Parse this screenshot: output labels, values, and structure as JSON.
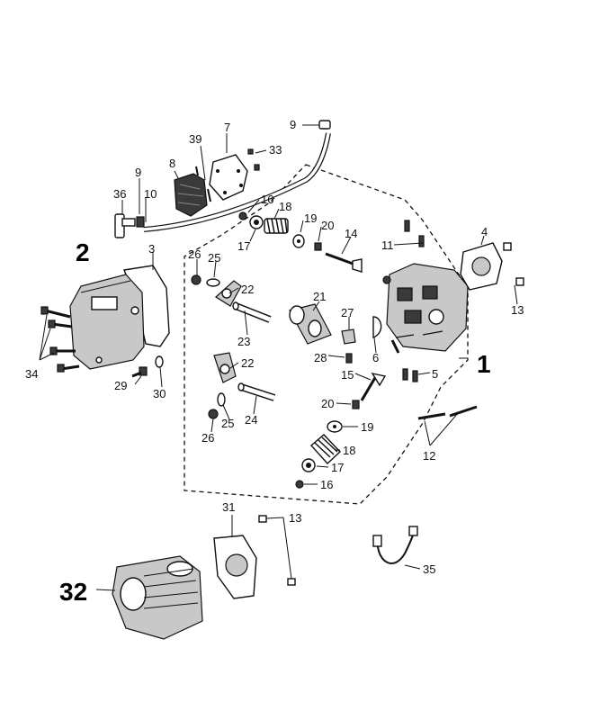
{
  "labels": [
    {
      "id": "l9a",
      "text": "9"
    },
    {
      "id": "l7",
      "text": "7"
    },
    {
      "id": "l39",
      "text": "39"
    },
    {
      "id": "l33",
      "text": "33"
    },
    {
      "id": "l8",
      "text": "8"
    },
    {
      "id": "l9b",
      "text": "9"
    },
    {
      "id": "l36",
      "text": "36"
    },
    {
      "id": "l10",
      "text": "10"
    },
    {
      "id": "l16a",
      "text": "16"
    },
    {
      "id": "l18a",
      "text": "18"
    },
    {
      "id": "l17a",
      "text": "17"
    },
    {
      "id": "l19a",
      "text": "19"
    },
    {
      "id": "l20a",
      "text": "20"
    },
    {
      "id": "l14",
      "text": "14"
    },
    {
      "id": "l11",
      "text": "11"
    },
    {
      "id": "l4",
      "text": "4"
    },
    {
      "id": "l13a",
      "text": "13"
    },
    {
      "id": "l3",
      "text": "3"
    },
    {
      "id": "l26a",
      "text": "26"
    },
    {
      "id": "l25a",
      "text": "25"
    },
    {
      "id": "l22a",
      "text": "22"
    },
    {
      "id": "l21",
      "text": "21"
    },
    {
      "id": "l27",
      "text": "27"
    },
    {
      "id": "l23",
      "text": "23"
    },
    {
      "id": "l28",
      "text": "28"
    },
    {
      "id": "l6",
      "text": "6"
    },
    {
      "id": "l34",
      "text": "34"
    },
    {
      "id": "l29",
      "text": "29"
    },
    {
      "id": "l30",
      "text": "30"
    },
    {
      "id": "l22b",
      "text": "22"
    },
    {
      "id": "l15",
      "text": "15"
    },
    {
      "id": "l5",
      "text": "5"
    },
    {
      "id": "l20b",
      "text": "20"
    },
    {
      "id": "l24",
      "text": "24"
    },
    {
      "id": "l25b",
      "text": "25"
    },
    {
      "id": "l26b",
      "text": "26"
    },
    {
      "id": "l19b",
      "text": "19"
    },
    {
      "id": "l12",
      "text": "12"
    },
    {
      "id": "l18b",
      "text": "18"
    },
    {
      "id": "l17b",
      "text": "17"
    },
    {
      "id": "l16b",
      "text": "16"
    },
    {
      "id": "l31",
      "text": "31"
    },
    {
      "id": "l13b",
      "text": "13"
    },
    {
      "id": "l35",
      "text": "35"
    }
  ],
  "group_labels": [
    {
      "id": "g2",
      "text": "2"
    },
    {
      "id": "g1",
      "text": "1"
    },
    {
      "id": "g32",
      "text": "32"
    }
  ]
}
